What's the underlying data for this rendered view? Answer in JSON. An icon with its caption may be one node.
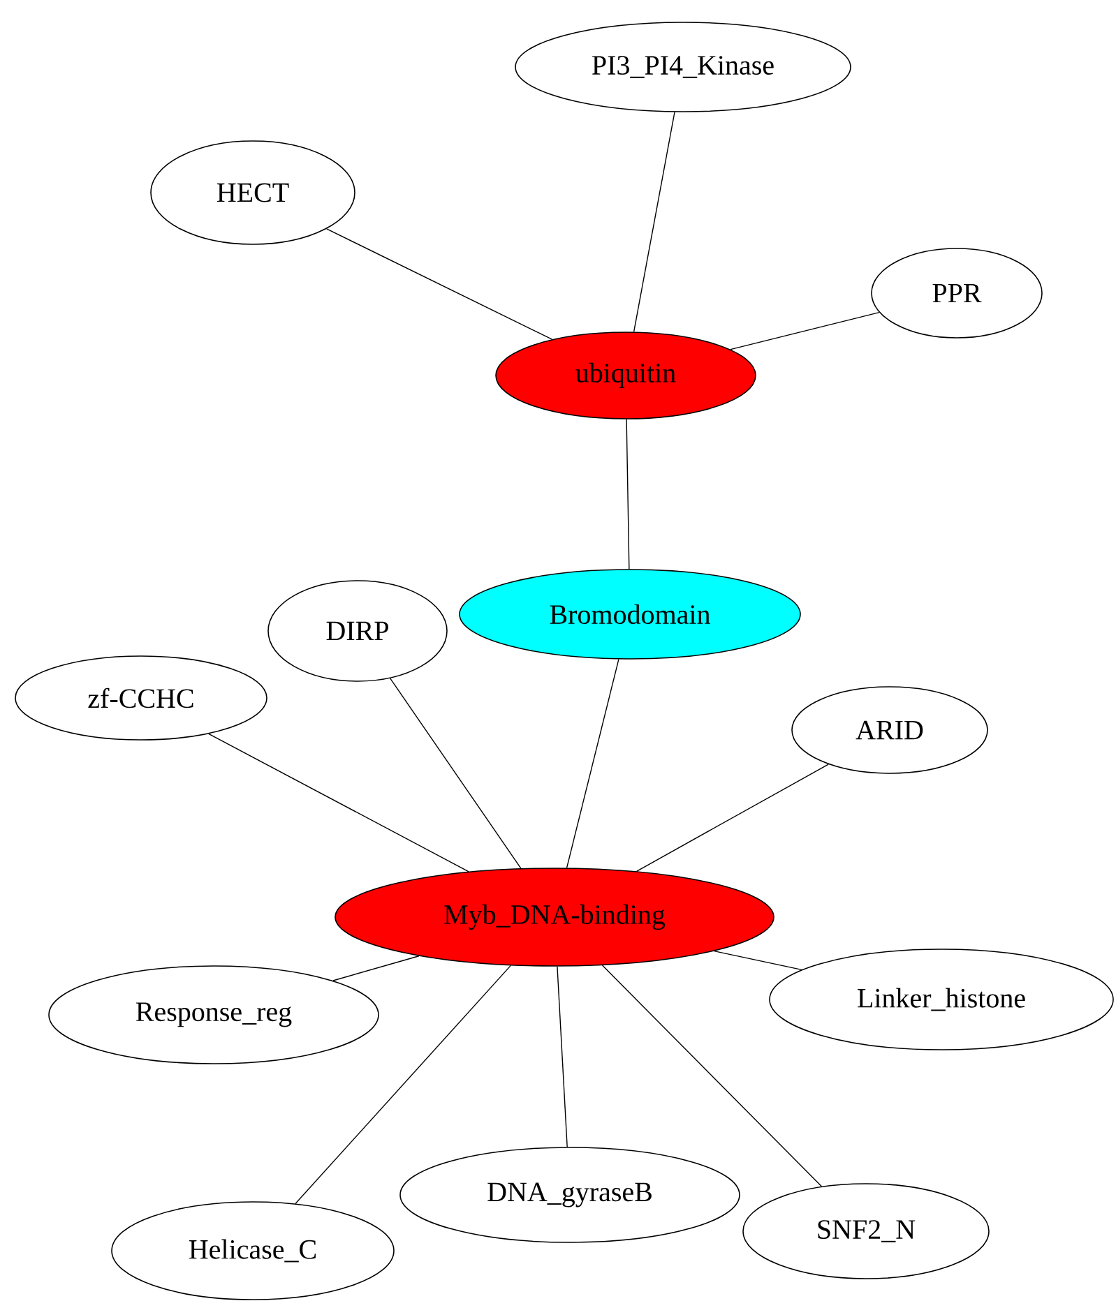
{
  "diagram": {
    "nodes": [
      {
        "text": [
          "PI3_PI4_Kinase"
        ]
      },
      {
        "text": [
          "HECT"
        ]
      },
      {
        "text": [
          "PPR"
        ]
      },
      {
        "text": [
          "ubiquitin"
        ]
      },
      {
        "text": [
          "Bromodomain"
        ]
      },
      {
        "text": [
          "DIRP"
        ]
      },
      {
        "text": [
          "zf-CCHC"
        ]
      },
      {
        "text": [
          "ARID"
        ]
      },
      {
        "text": [
          "Myb_DNA-binding"
        ]
      },
      {
        "text": [
          "Response_reg"
        ]
      },
      {
        "text": [
          "Linker_histone"
        ]
      },
      {
        "text": [
          "DNA_gyraseB"
        ]
      },
      {
        "text": [
          "SNF2_N"
        ]
      },
      {
        "text": [
          "Helicase_C"
        ]
      }
    ],
    "edges": [
      {
        "from": 3,
        "to": 0,
        "arrow": "none"
      },
      {
        "from": 3,
        "to": 1,
        "arrow": "none"
      },
      {
        "from": 3,
        "to": 2,
        "arrow": "none"
      },
      {
        "from": 3,
        "to": 4,
        "arrow": "none"
      },
      {
        "from": 4,
        "to": 8,
        "arrow": "none"
      },
      {
        "from": 5,
        "to": 8,
        "arrow": "none"
      },
      {
        "from": 6,
        "to": 8,
        "arrow": "none"
      },
      {
        "from": 7,
        "to": 8,
        "arrow": "none"
      },
      {
        "from": 8,
        "to": 9,
        "arrow": "none"
      },
      {
        "from": 8,
        "to": 10,
        "arrow": "none"
      },
      {
        "from": 8,
        "to": 11,
        "arrow": "none"
      },
      {
        "from": 8,
        "to": 12,
        "arrow": "none"
      },
      {
        "from": 8,
        "to": 13,
        "arrow": "none"
      }
    ]
  }
}
